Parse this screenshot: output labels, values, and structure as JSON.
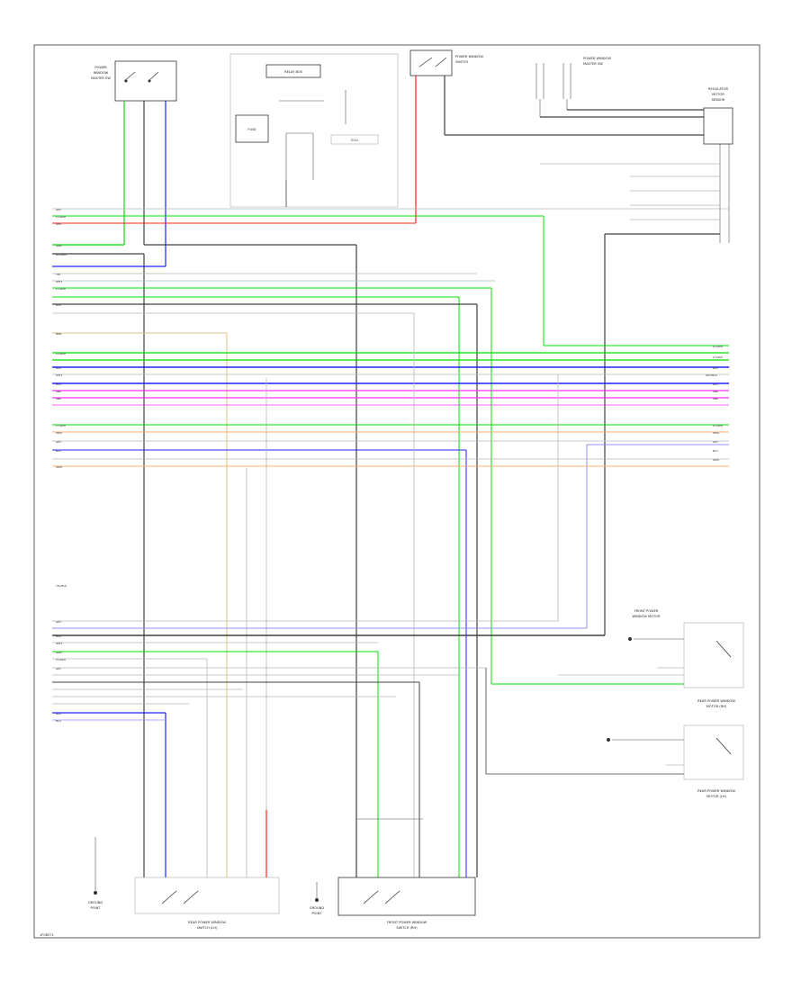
{
  "diagram": {
    "page_code": "1F0B271",
    "colors": {
      "green": "#00e000",
      "blue": "#2020ff",
      "red": "#ff2020",
      "pink": "#ff30ff",
      "black": "#404040",
      "gray": "#b8b8b8",
      "tan": "#e0c080",
      "orange": "#ffb070",
      "lightblue": "#9090ff",
      "outline": "#333333"
    },
    "components": {
      "top_switch": [
        "POWER",
        "WINDOW",
        "MASTER SW"
      ],
      "relay_box": "RELAY BOX",
      "fuse": "FUSE",
      "ecu": "ECU",
      "top_right_switch": [
        "POWER WINDOW",
        "SWITCH"
      ],
      "right_master": [
        "REGULATOR",
        "MOTOR",
        "SENSOR"
      ],
      "right_connector": [
        "POWER WINDOW",
        "MASTER SW"
      ],
      "rear_switch_left_label": [
        "REAR POWER WINDOW",
        "SWITCH (LH)"
      ],
      "rear_switch_center_label": [
        "FRONT POWER WINDOW",
        "SWITCH (RH)"
      ],
      "right_motor_top_label": [
        "FRONT POWER",
        "WINDOW MOTOR"
      ],
      "right_motor_mid_label": [
        "REAR POWER WINDOW",
        "MOTOR (RH)"
      ],
      "right_motor_bottom_label": [
        "REAR POWER WINDOW",
        "MOTOR (LH)"
      ],
      "ground_left": [
        "GROUND",
        "POINT"
      ],
      "ground_center": [
        "GROUND",
        "POINT"
      ]
    },
    "wires_left": [
      "GRY",
      "LT GRN",
      "GRN",
      "BLU/BLK",
      "YEL",
      "WHT",
      "LT GRN",
      "BLK",
      "RED",
      "BRN",
      "LT GRN",
      "BLU",
      "WHT",
      "BLU",
      "PNK",
      "PNK",
      "LT GRN",
      "ORN",
      "GRY",
      "BLU",
      "ORN",
      "YEL/BLK",
      "GRY",
      "BLK",
      "WHT",
      "GRN",
      "LT GRN",
      "GRY",
      "BLU",
      "BLU"
    ],
    "wires_right": [
      "LT GRN",
      "LT GRN",
      "BLU",
      "GRY/BLK",
      "BLU",
      "PNK",
      "PNK",
      "LT GRN",
      "ORN",
      "GRY",
      "BLU",
      "ORN"
    ]
  }
}
